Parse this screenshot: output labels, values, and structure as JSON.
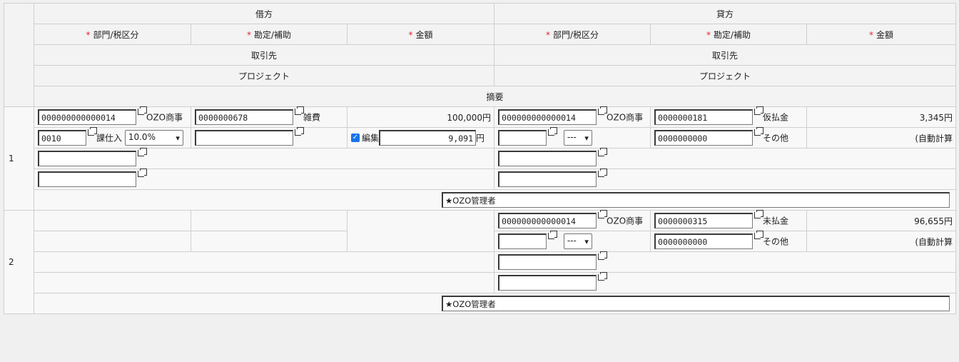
{
  "headers": {
    "debit": "借方",
    "credit": "貸方",
    "dept_tax": "部門/税区分",
    "account_sub": "勘定/補助",
    "amount": "金額",
    "partner": "取引先",
    "project": "プロジェクト",
    "memo": "摘要",
    "required_mark": "*"
  },
  "entries": [
    {
      "row_no": "1",
      "debit": {
        "dept_code": "000000000000014",
        "dept_name": "OZO商事",
        "account_code": "0000000678",
        "account_name": "雑費",
        "amount": "100,000円",
        "tax_code": "0010",
        "tax_name": "課仕入",
        "tax_rate": "10.0%",
        "edit_label": "編集",
        "tax_amount": "9,091",
        "tax_unit": "円",
        "partner": "",
        "project": ""
      },
      "credit": {
        "dept_code": "000000000000014",
        "dept_name": "OZO商事",
        "account_code": "0000000181",
        "account_name": "仮払金",
        "amount": "3,345円",
        "tax_code": "",
        "tax_select": "---",
        "sub_code": "0000000000",
        "sub_name": "その他",
        "auto_calc": "(自動計算",
        "partner": "",
        "project": ""
      },
      "memo": "★OZO管理者"
    },
    {
      "row_no": "2",
      "credit": {
        "dept_code": "000000000000014",
        "dept_name": "OZO商事",
        "account_code": "0000000315",
        "account_name": "未払金",
        "amount": "96,655円",
        "tax_code": "",
        "tax_select": "---",
        "sub_code": "0000000000",
        "sub_name": "その他",
        "auto_calc": "(自動計算",
        "partner": "",
        "project": ""
      },
      "memo": "★OZO管理者"
    }
  ]
}
